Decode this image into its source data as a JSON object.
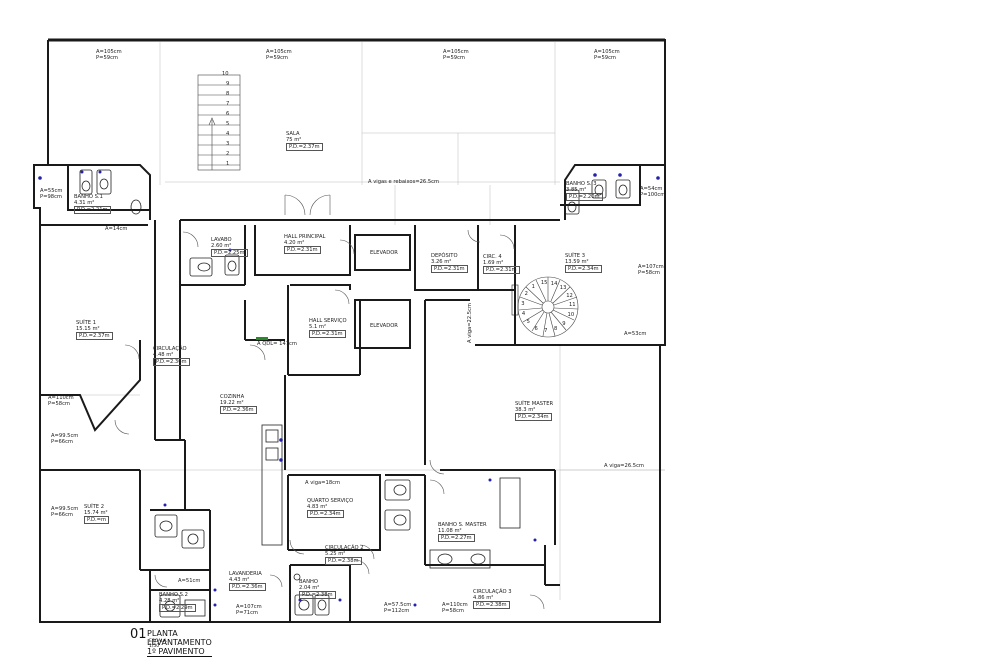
{
  "title": {
    "number": "01",
    "text": "PLANTA LEVANTAMENTO 1º PAVIMENTO",
    "scale": "ESCALA 1/50"
  },
  "rooms": [
    {
      "id": "sala",
      "lines": [
        "SALA",
        "75 m²",
        "P.D.=2.37m"
      ]
    },
    {
      "id": "banho-s1",
      "lines": [
        "BANHO S.1",
        "4.31 m²",
        "P.D.=2.21m"
      ]
    },
    {
      "id": "banho-s3",
      "lines": [
        "BANHO S. 3",
        "3.85 m²",
        "P.D.=2.20m"
      ]
    },
    {
      "id": "lavabo",
      "lines": [
        "LAVABO",
        "2.60 m²",
        "P.D.=2.25m"
      ]
    },
    {
      "id": "hall-principal",
      "lines": [
        "HALL PRINCIPAL",
        "4.20 m²",
        "P.D.=2.31m"
      ]
    },
    {
      "id": "elevador-1",
      "lines": [
        "ELEVADOR"
      ]
    },
    {
      "id": "deposito",
      "lines": [
        "DEPÓSITO",
        "3.26 m²",
        "P.D.=2.31m"
      ]
    },
    {
      "id": "circ-4",
      "lines": [
        "CIRC. 4",
        "1.69 m²",
        "P.D.=2.31m"
      ]
    },
    {
      "id": "suite-3",
      "lines": [
        "SUÍTE 3",
        "13.59 m²",
        "P.D.=2.34m"
      ]
    },
    {
      "id": "suite-1",
      "lines": [
        "SUÍTE 1",
        "15.15 m²",
        "P.D.=2.37m"
      ]
    },
    {
      "id": "hall-servico",
      "lines": [
        "HALL SERVIÇO",
        "5.1 m²",
        "P.D.=2.31m"
      ]
    },
    {
      "id": "elevador-2",
      "lines": [
        "ELEVADOR"
      ]
    },
    {
      "id": "circulacao",
      "lines": [
        "CIRCULAÇÃO",
        "4.48 m²",
        "P.D.=2.36m"
      ]
    },
    {
      "id": "cozinha",
      "lines": [
        "COZINHA",
        "19.22 m²",
        "P.D.=2.36m"
      ]
    },
    {
      "id": "suite-master",
      "lines": [
        "SUÍTE MASTER",
        "38.3 m²",
        "P.D.=2.34m"
      ]
    },
    {
      "id": "quarto-servico",
      "lines": [
        "QUARTO SERVIÇO",
        "4.83 m²",
        "P.D.=2.34m"
      ]
    },
    {
      "id": "banho-s-master",
      "lines": [
        "BANHO S. MASTER",
        "11.08 m²",
        "P.D.=2.27m"
      ]
    },
    {
      "id": "suite-2",
      "lines": [
        "SUÍTE 2",
        "15.74 m²",
        "P.D.=m"
      ]
    },
    {
      "id": "circulacao-2",
      "lines": [
        "CIRCULAÇÃO 2",
        "5.25 m²",
        "P.D.=2.38m"
      ]
    },
    {
      "id": "lavanderia",
      "lines": [
        "LAVANDERIA",
        "4.43 m²",
        "P.D.=2.36m"
      ]
    },
    {
      "id": "banho",
      "lines": [
        "BANHO",
        "2.04 m²",
        "P.D.=2.38m"
      ]
    },
    {
      "id": "banho-s2",
      "lines": [
        "BANHO S.2",
        "4.28 m²",
        "P.D.=2.29m"
      ]
    },
    {
      "id": "circulacao-3",
      "lines": [
        "CIRCULAÇÃO 3",
        "4.86 m²",
        "P.D.=2.38m"
      ]
    }
  ],
  "annotations": [
    {
      "id": "win-1",
      "lines": [
        "A=105cm",
        "P=59cm"
      ]
    },
    {
      "id": "win-2",
      "lines": [
        "A=105cm",
        "P=59cm"
      ]
    },
    {
      "id": "win-3",
      "lines": [
        "A=105cm",
        "P=59cm"
      ]
    },
    {
      "id": "win-4",
      "lines": [
        "A=105cm",
        "P=59cm"
      ]
    },
    {
      "id": "win-5",
      "lines": [
        "A=55cm",
        "P=98cm"
      ]
    },
    {
      "id": "win-6",
      "lines": [
        "A=54cm",
        "P=100cm"
      ]
    },
    {
      "id": "win-7",
      "lines": [
        "A=14cm"
      ]
    },
    {
      "id": "vigas",
      "lines": [
        "A vigas e rebaixos=26.5cm"
      ]
    },
    {
      "id": "win-8",
      "lines": [
        "A=107cm",
        "P=58cm"
      ]
    },
    {
      "id": "win-9",
      "lines": [
        "A=53cm"
      ]
    },
    {
      "id": "viga-22",
      "lines": [
        "A viga=22.5cm"
      ]
    },
    {
      "id": "qdl",
      "lines": [
        "A QDL= 147cm"
      ]
    },
    {
      "id": "win-10",
      "lines": [
        "A=110cm",
        "P=58cm"
      ]
    },
    {
      "id": "win-11",
      "lines": [
        "A=99.5cm",
        "P=66cm"
      ]
    },
    {
      "id": "viga-265",
      "lines": [
        "A viga=26.5cm"
      ]
    },
    {
      "id": "viga-18",
      "lines": [
        "A viga=18cm"
      ]
    },
    {
      "id": "win-12",
      "lines": [
        "A=99.5cm",
        "P=66cm"
      ]
    },
    {
      "id": "win-13",
      "lines": [
        "A=51cm"
      ]
    },
    {
      "id": "win-14",
      "lines": [
        "A=107cm",
        "P=71cm"
      ]
    },
    {
      "id": "win-15",
      "lines": [
        "A=57.5cm",
        "P=112cm"
      ]
    },
    {
      "id": "win-16",
      "lines": [
        "A=110cm",
        "P=58cm"
      ]
    }
  ],
  "stairs": {
    "straight_steps": [
      "10",
      "9",
      "8",
      "7",
      "6",
      "5",
      "4",
      "3",
      "2",
      "1"
    ],
    "spiral_steps": [
      "15",
      "14",
      "13",
      "12",
      "11",
      "10",
      "9",
      "8",
      "7",
      "6",
      "5",
      "4",
      "3",
      "2",
      "1"
    ]
  },
  "colors": {
    "wall": "#1a1a1a",
    "line": "#333333",
    "thin": "#777777",
    "fixture": "#222222",
    "marker": "#2222aa",
    "qdl": "#2a8a2a"
  }
}
